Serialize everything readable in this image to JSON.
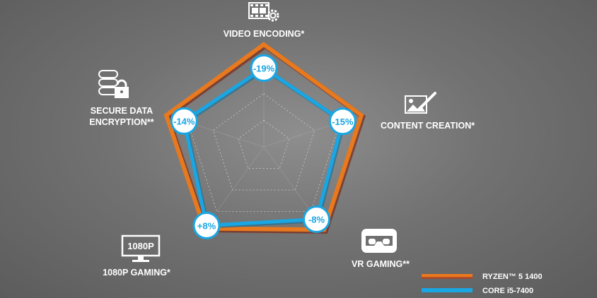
{
  "chart_data": {
    "type": "radar",
    "axes": [
      {
        "id": "video",
        "label_lines": [
          "VIDEO ENCODING*"
        ],
        "icon": "film-gear-icon"
      },
      {
        "id": "content",
        "label_lines": [
          "CONTENT CREATION*"
        ],
        "icon": "picture-pen-icon"
      },
      {
        "id": "vr",
        "label_lines": [
          "VR GAMING**"
        ],
        "icon": "vr-headset-icon"
      },
      {
        "id": "gaming1080",
        "label_lines": [
          "1080P GAMING*"
        ],
        "icon": "monitor-1080p-icon",
        "icon_text": "1080P"
      },
      {
        "id": "encryption",
        "label_lines": [
          "SECURE DATA",
          "ENCRYPTION**"
        ],
        "icon": "database-lock-icon"
      }
    ],
    "series": [
      {
        "name": "RYZEN™ 5 1400",
        "color": "#e8791e",
        "values": [
          1.0,
          1.0,
          1.0,
          0.985,
          1.0
        ]
      },
      {
        "name": "CORE i5-7400",
        "color": "#1aa6e2",
        "values": [
          0.81,
          0.85,
          0.92,
          1.0,
          0.86
        ]
      }
    ],
    "badges": [
      "-19%",
      "-15%",
      "-8%",
      "+8%",
      "-14%"
    ],
    "grid": {
      "rings": 3,
      "style": "dotted"
    },
    "legend": "bottom-right",
    "colors": {
      "badge_fill": "#ffffff",
      "badge_text": "#1aa6e2",
      "text": "#ffffff"
    }
  }
}
